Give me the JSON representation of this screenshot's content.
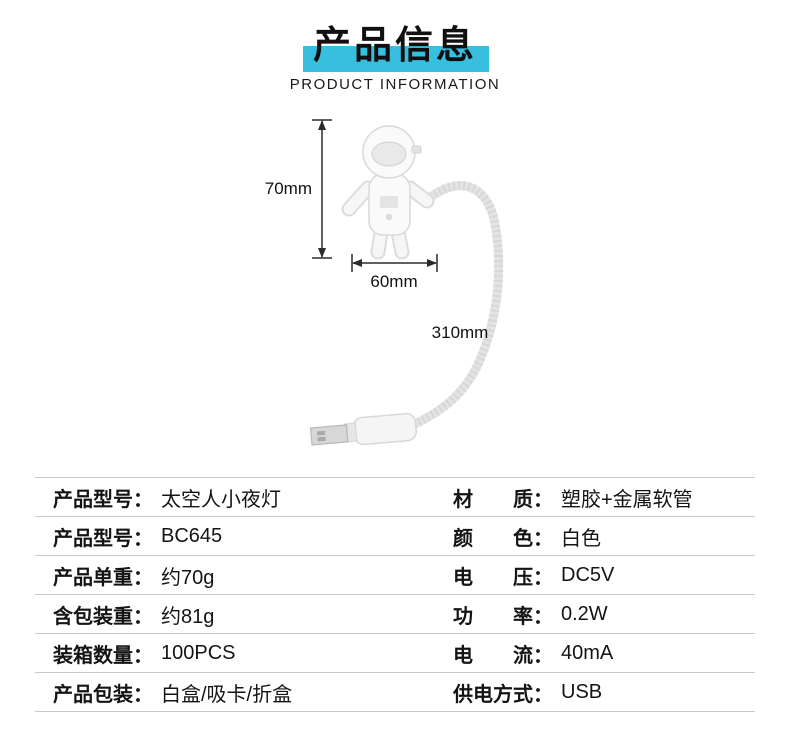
{
  "page": {
    "title": "产品信息",
    "subtitle": "PRODUCT INFORMATION",
    "accent_color": "#38bede",
    "divider_color": "#c8c8c8",
    "text_color": "#141414"
  },
  "diagram": {
    "product": "astronaut-usb-night-light",
    "dim_height": "70mm",
    "dim_width": "60mm",
    "dim_tube_length": "310mm"
  },
  "specs": {
    "rows": [
      {
        "left_label": "产品型号：",
        "left_value": "太空人小夜灯",
        "right_label": "材　　质：",
        "right_value": "塑胶+金属软管"
      },
      {
        "left_label": "产品型号：",
        "left_value": "BC645",
        "right_label": "颜　　色：",
        "right_value": "白色"
      },
      {
        "left_label": "产品单重：",
        "left_value": "约70g",
        "right_label": "电　　压：",
        "right_value": "DC5V"
      },
      {
        "left_label": "含包装重：",
        "left_value": "约81g",
        "right_label": "功　　率：",
        "right_value": "0.2W"
      },
      {
        "left_label": "装箱数量：",
        "left_value": "100PCS",
        "right_label": "电　　流：",
        "right_value": "40mA"
      },
      {
        "left_label": "产品包装：",
        "left_value": "白盒/吸卡/折盒",
        "right_label": "供电方式：",
        "right_value": "USB"
      }
    ]
  }
}
